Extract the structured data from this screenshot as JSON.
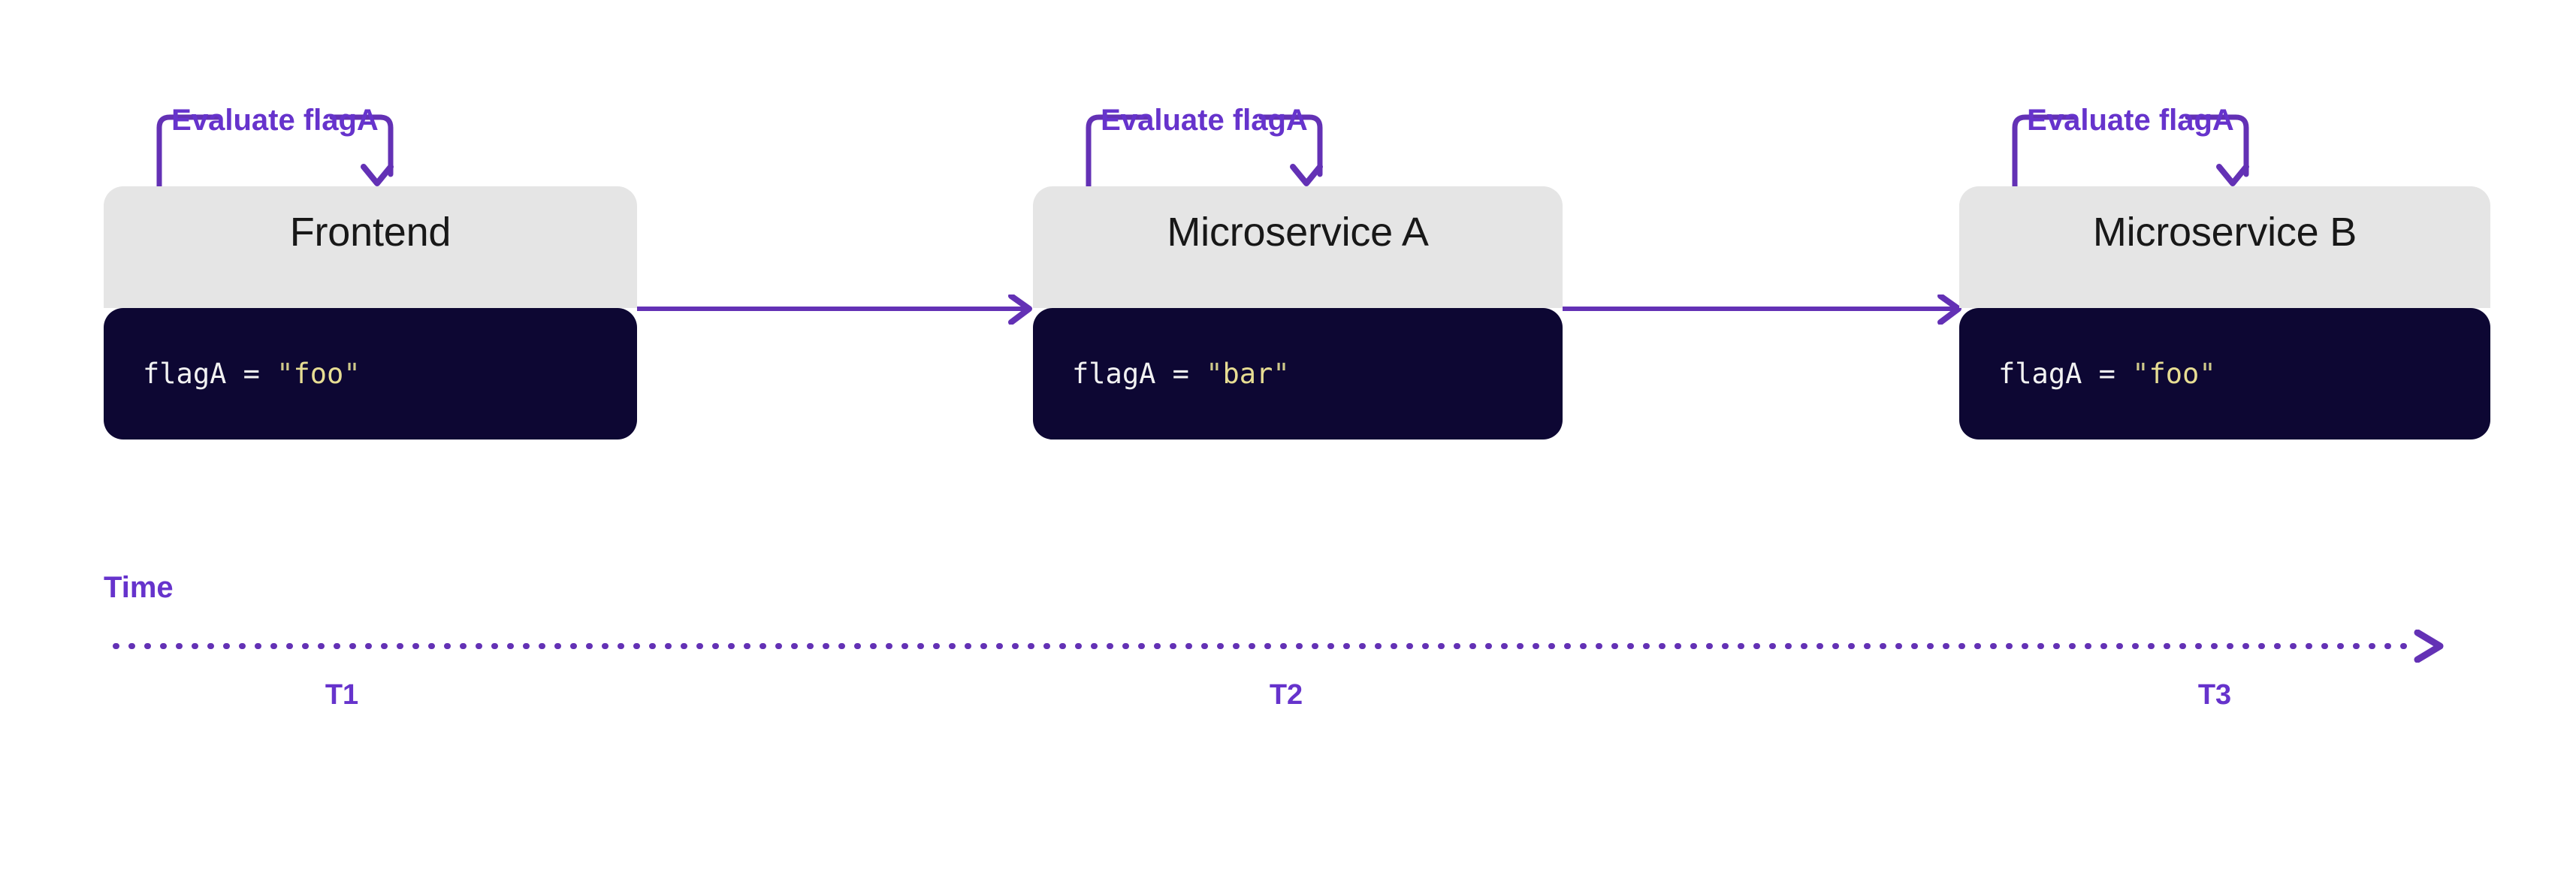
{
  "diagram": {
    "title": "Flag evaluation across services over time",
    "background_color": "#ffffff",
    "accent_purple": "#6633cc",
    "line_purple": "#6331b5",
    "node_header_color": "#e5e5e5",
    "node_code_color": "#0d0733",
    "code_key_color": "#f2f2f2",
    "code_value_color": "#e7dd93"
  },
  "nodes": [
    {
      "id": "frontend",
      "title": "Frontend",
      "bracket_label": "Evaluate flagA",
      "code": {
        "key": "flagA = ",
        "open_quote": "\"",
        "value": "foo",
        "close_quote": "\"",
        "full": "flagA = \"foo\""
      }
    },
    {
      "id": "microservice-a",
      "title": "Microservice A",
      "bracket_label": "Evaluate flagA",
      "code": {
        "key": "flagA = ",
        "open_quote": "\"",
        "value": "bar",
        "close_quote": "\"",
        "full": "flagA = \"bar\""
      }
    },
    {
      "id": "microservice-b",
      "title": "Microservice B",
      "bracket_label": "Evaluate flagA",
      "code": {
        "key": "flagA = ",
        "open_quote": "\"",
        "value": "foo",
        "close_quote": "\"",
        "full": "flagA = \"foo\""
      }
    }
  ],
  "timeline": {
    "label": "Time",
    "direction": "left-to-right",
    "line_style": "dotted",
    "ticks": [
      {
        "label": "T1"
      },
      {
        "label": "T2"
      },
      {
        "label": "T3"
      }
    ]
  },
  "connectors": [
    {
      "from": "frontend",
      "to": "microservice-a"
    },
    {
      "from": "microservice-a",
      "to": "microservice-b"
    }
  ]
}
